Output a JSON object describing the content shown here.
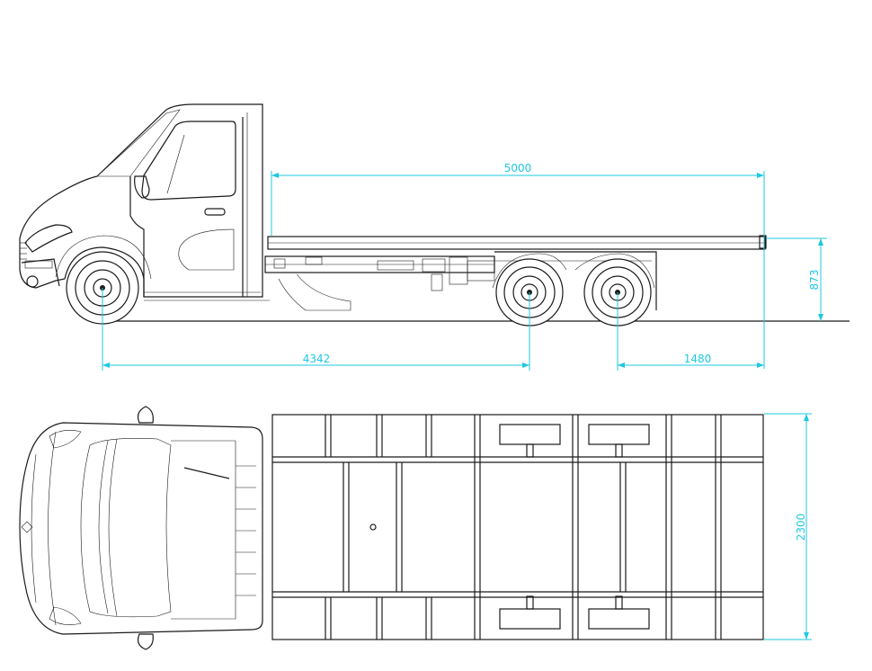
{
  "dimensions": {
    "body_length": "5000",
    "frame_height": "873",
    "wheelbase": "4342",
    "rear_overhang": "1480",
    "body_width": "2300"
  },
  "colors": {
    "line": "#1a1a1a",
    "dimension": "#1ec8e0",
    "background": "#ffffff"
  }
}
